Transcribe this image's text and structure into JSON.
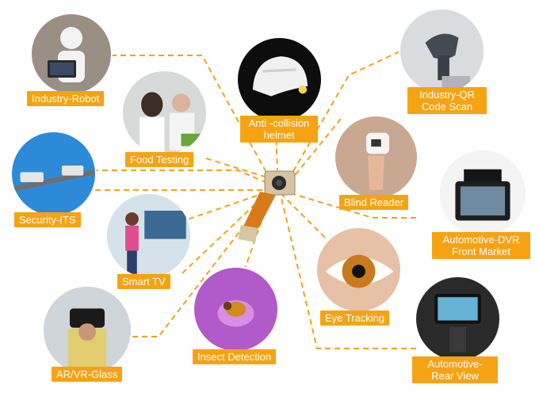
{
  "applications": {
    "industry_robot": "Industry-Robot",
    "food_testing": "Food Testing",
    "anti_collision_helmet": "Anti -collision helmet",
    "industry_qr": "Industry-QR Code Scan",
    "blind_reader": "Blind Reader",
    "security_its": "Security-ITS",
    "smart_tv": "Smart TV",
    "automotive_dvr": "Automotive-DVR Front Market",
    "eye_tracking": "Eye Tracking",
    "insect_detection": "Insect Detection",
    "ar_vr_glass": "AR/VR-Glass",
    "automotive_rear": "Automotive- Rear View"
  },
  "colors": {
    "accent": "#f6a313",
    "line": "#f3a21b"
  }
}
